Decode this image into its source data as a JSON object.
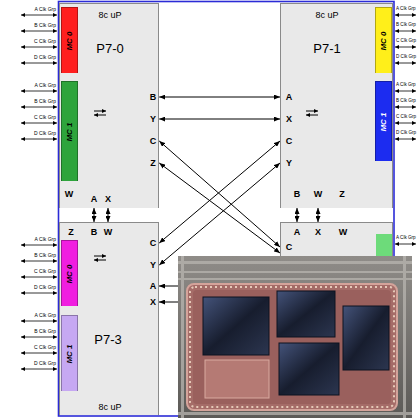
{
  "diagram": {
    "nodes": [
      {
        "text": [
          "8c uP",
          "P7-0",
          "B",
          "Y",
          "C",
          "Z",
          "W",
          "A",
          "X"
        ]
      },
      {
        "text": [
          "MC 0"
        ],
        "in": 0
      },
      {
        "text": [
          "MC 1"
        ],
        "in": 0
      },
      {
        "text": [
          "8c uP",
          "P7-1",
          "A",
          "X",
          "C",
          "Y",
          "B",
          "W",
          "Z"
        ]
      },
      {
        "text": [
          "MC 0"
        ],
        "in": 3
      },
      {
        "text": [
          "MC 1"
        ],
        "in": 3
      },
      {
        "text": [
          "Z",
          "B",
          "W",
          "C",
          "Y",
          "A",
          "X",
          "P7-3",
          "8c uP"
        ]
      },
      {
        "text": [
          "MC 0"
        ],
        "in": 6
      },
      {
        "text": [
          "MC 1"
        ],
        "in": 6
      },
      {
        "text": [
          "A",
          "X",
          "W",
          "C"
        ]
      }
    ],
    "edges": [
      {
        "from": 0,
        "to": 3,
        "arrow": "both"
      },
      {
        "from": 0,
        "to": 3,
        "arrow": "both"
      },
      {
        "from": 0,
        "to": 9,
        "arrow": "both"
      },
      {
        "from": 0,
        "to": 9,
        "arrow": "both"
      },
      {
        "from": 3,
        "to": 6,
        "arrow": "both"
      },
      {
        "from": 3,
        "to": 6,
        "arrow": "both"
      },
      {
        "from": 0,
        "to": 6,
        "arrow": "both"
      },
      {
        "from": 0,
        "to": 6,
        "arrow": "both"
      },
      {
        "from": 3,
        "to": 9,
        "arrow": "both"
      },
      {
        "from": 3,
        "to": 9,
        "arrow": "both"
      }
    ],
    "labels": [
      "A Clk Grp",
      "B Clk Grp",
      "C Clk Grp",
      "D Clk Grp",
      "A Clk Grp",
      "B Clk Grp",
      "C Clk Grp",
      "D Clk Grp",
      "A Clk Grp",
      "B Clk Grp",
      "C Clk Grp",
      "D Clk Grp",
      "A Clk Grp",
      "B Clk Grp",
      "C Clk Grp",
      "D Clk Grp",
      "A Clk Grp",
      "B Clk Grp",
      "C Clk Grp",
      "D Clk Grp",
      "A Clk Grp",
      "B Clk Grp",
      "C Clk Grp",
      "D Clk Grp",
      "A Clk Grp"
    ]
  }
}
